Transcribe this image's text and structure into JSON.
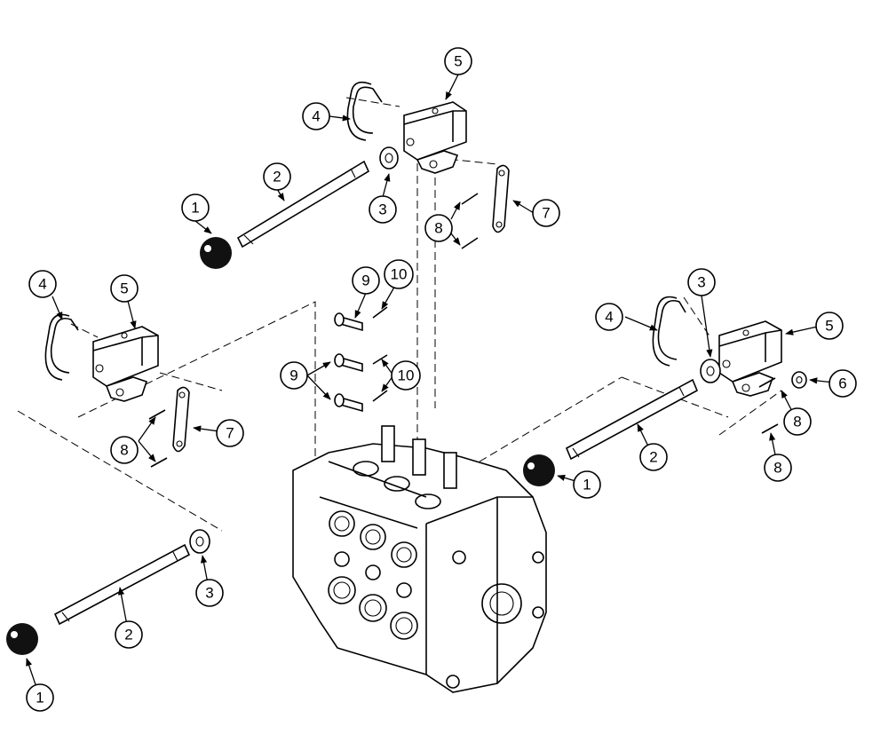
{
  "callouts": [
    {
      "id": "c1a",
      "label": "1"
    },
    {
      "id": "c1b",
      "label": "1"
    },
    {
      "id": "c1c",
      "label": "1"
    },
    {
      "id": "c2a",
      "label": "2"
    },
    {
      "id": "c2b",
      "label": "2"
    },
    {
      "id": "c2c",
      "label": "2"
    },
    {
      "id": "c3a",
      "label": "3"
    },
    {
      "id": "c3b",
      "label": "3"
    },
    {
      "id": "c3c",
      "label": "3"
    },
    {
      "id": "c4a",
      "label": "4"
    },
    {
      "id": "c4b",
      "label": "4"
    },
    {
      "id": "c4c",
      "label": "4"
    },
    {
      "id": "c5a",
      "label": "5"
    },
    {
      "id": "c5b",
      "label": "5"
    },
    {
      "id": "c5c",
      "label": "5"
    },
    {
      "id": "c6a",
      "label": "6"
    },
    {
      "id": "c7a",
      "label": "7"
    },
    {
      "id": "c7b",
      "label": "7"
    },
    {
      "id": "c8a",
      "label": "8"
    },
    {
      "id": "c8b",
      "label": "8"
    },
    {
      "id": "c8c",
      "label": "8"
    },
    {
      "id": "c8d",
      "label": "8"
    },
    {
      "id": "c9a",
      "label": "9"
    },
    {
      "id": "c9b",
      "label": "9"
    },
    {
      "id": "c10a",
      "label": "10"
    },
    {
      "id": "c10b",
      "label": "10"
    }
  ]
}
